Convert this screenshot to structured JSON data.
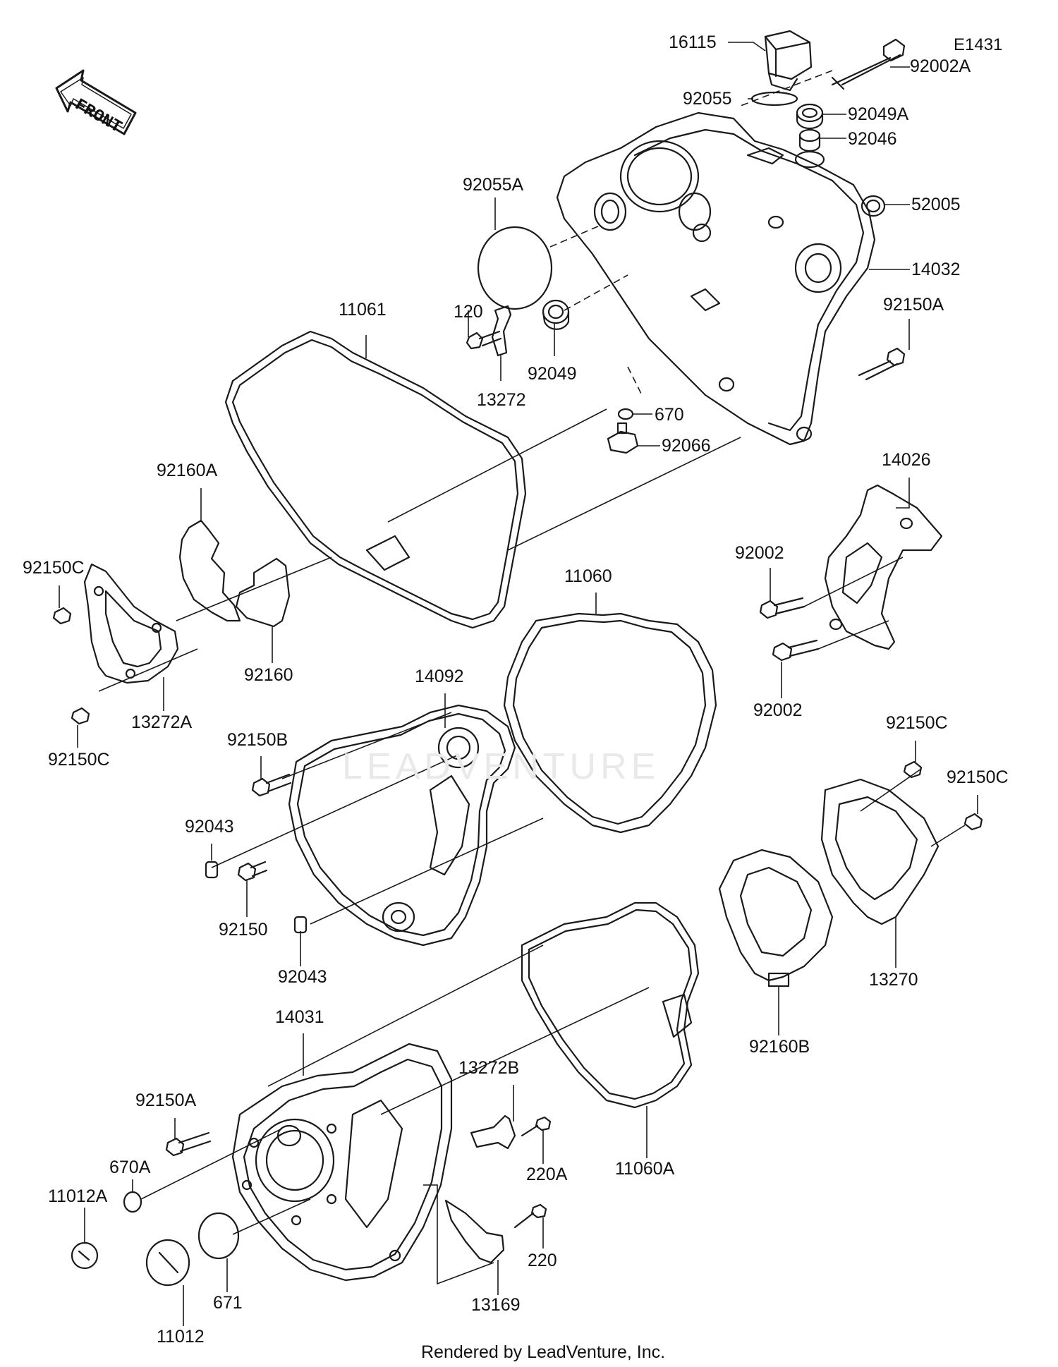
{
  "diagram_code": "E1431",
  "footer_text": "Rendered by LeadVenture, Inc.",
  "watermark_text": "LEADVENTURE",
  "front_arrow_label": "FRONT",
  "line_color": "#1a1a1a",
  "parts": {
    "p16115": "16115",
    "p92002A": "92002A",
    "p92055": "92055",
    "p92049A": "92049A",
    "p92046": "92046",
    "p92055A": "92055A",
    "p52005": "52005",
    "p14032": "14032",
    "p120": "120",
    "p92150A_top": "92150A",
    "p11061": "11061",
    "p92049": "92049",
    "p13272": "13272",
    "p670": "670",
    "p92066": "92066",
    "p14026": "14026",
    "p92160A": "92160A",
    "p92150C_left_top": "92150C",
    "p92002_a": "92002",
    "p11060": "11060",
    "p92160": "92160",
    "p13272A": "13272A",
    "p92002_b": "92002",
    "p92150C_left_bottom": "92150C",
    "p14092": "14092",
    "p92150B": "92150B",
    "p92150C_right_a": "92150C",
    "p92150C_right_b": "92150C",
    "p92043_a": "92043",
    "p92150": "92150",
    "p92043_b": "92043",
    "p13270": "13270",
    "p14031": "14031",
    "p92160B": "92160B",
    "p13272B": "13272B",
    "p92150A_bottom": "92150A",
    "p670A": "670A",
    "p220A": "220A",
    "p11012A": "11012A",
    "p11060A": "11060A",
    "p220": "220",
    "p671": "671",
    "p13169": "13169",
    "p11012": "11012"
  }
}
